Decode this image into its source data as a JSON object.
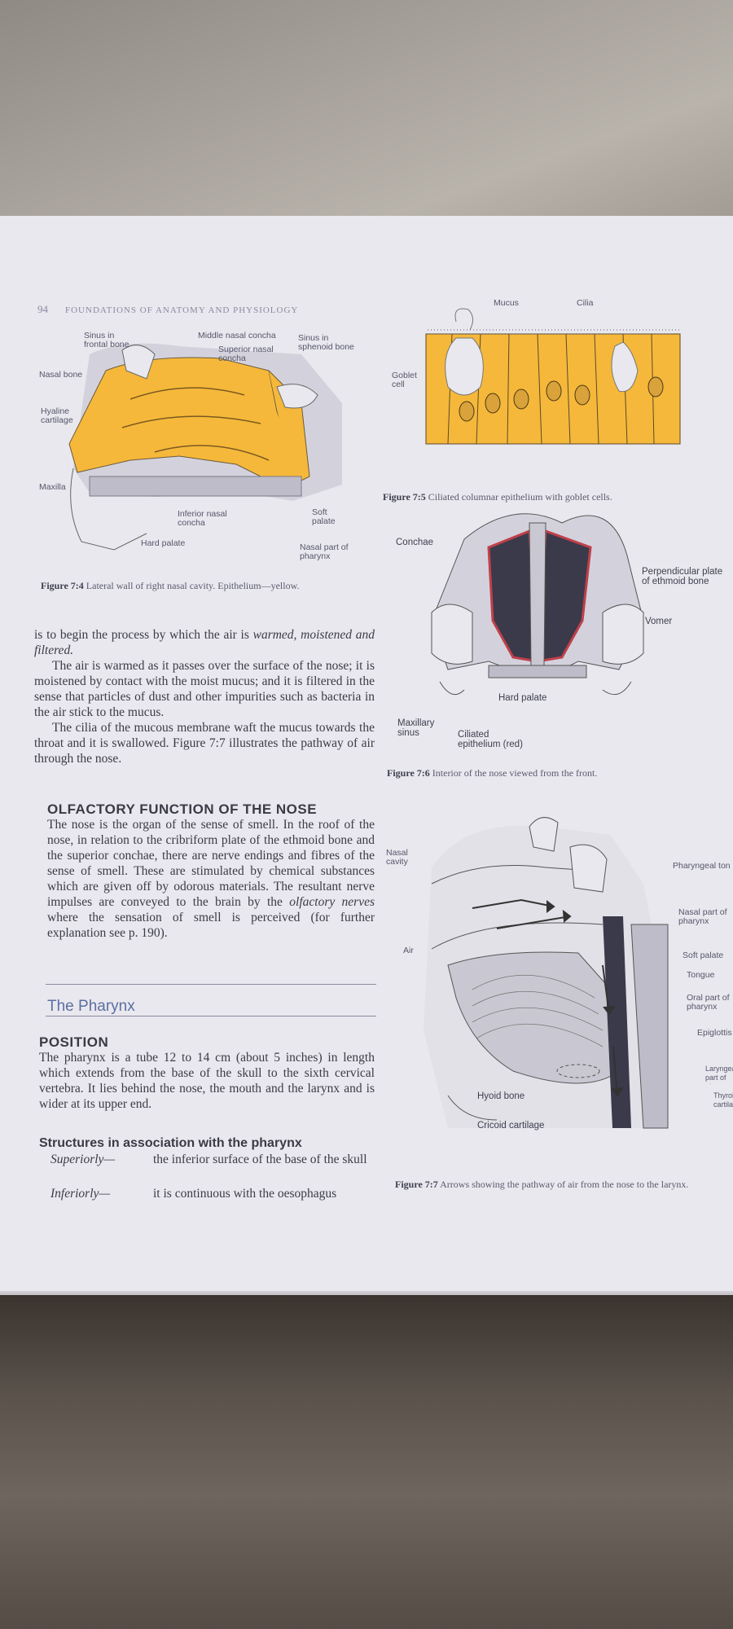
{
  "header": {
    "page_number": "94",
    "running_title": "FOUNDATIONS OF ANATOMY AND PHYSIOLOGY"
  },
  "figure_7_4": {
    "labels": {
      "sinus_frontal": "Sinus in frontal bone",
      "middle_concha": "Middle nasal concha",
      "superior_concha": "Superior nasal concha",
      "sinus_sphenoid": "Sinus in sphenoid bone",
      "nasal_bone": "Nasal bone",
      "hyaline": "Hyaline cartilage",
      "maxilla": "Maxilla",
      "inferior_concha": "Inferior nasal concha",
      "soft_palate": "Soft palate",
      "hard_palate": "Hard palate",
      "nasal_pharynx": "Nasal part of pharynx"
    },
    "caption_num": "Figure 7:4",
    "caption_text": "Lateral wall of right nasal cavity. Epithelium—yellow."
  },
  "figure_7_5": {
    "labels": {
      "mucus": "Mucus",
      "cilia": "Cilia",
      "goblet": "Goblet cell"
    },
    "caption_num": "Figure 7:5",
    "caption_text": "Ciliated columnar epithelium with goblet cells."
  },
  "figure_7_6": {
    "labels": {
      "conchae": "Conchae",
      "perpendicular": "Perpendicular plate of ethmoid bone",
      "vomer": "Vomer",
      "hard_palate": "Hard palate",
      "maxillary": "Maxillary sinus",
      "ciliated": "Ciliated epithelium (red)"
    },
    "caption_num": "Figure 7:6",
    "caption_text": "Interior of the nose viewed from the front."
  },
  "figure_7_7": {
    "labels": {
      "nasal_cavity": "Nasal cavity",
      "pharyngeal_tonsil": "Pharyngeal tonsil",
      "nasal_part": "Nasal part of pharynx",
      "air": "Air",
      "soft_palate": "Soft palate",
      "tongue": "Tongue",
      "oral_part": "Oral part of pharynx",
      "epiglottis": "Epiglottis",
      "laryngeal_part": "Laryngeal part of pharynx",
      "thyroid": "Thyroid cartilage",
      "hyoid": "Hyoid bone",
      "cricoid": "Cricoid cartilage"
    },
    "caption_num": "Figure 7:7",
    "caption_text": "Arrows showing the pathway of air from the nose to the larynx."
  },
  "text": {
    "p1_a": "is to begin the process by which the air is ",
    "p1_ital": "warmed, moistened and filtered.",
    "p2": "The air is warmed as it passes over the surface of the nose; it is moistened by contact with the moist mucus; and it is filtered in the sense that particles of dust and other impurities such as bacteria in the air stick to the mucus.",
    "p3": "The cilia of the mucous membrane waft the mucus towards the throat and it is swallowed. Figure 7:7 illustrates the pathway of air through the nose.",
    "olfactory_heading": "OLFACTORY FUNCTION OF THE NOSE",
    "olf_a": "The nose is the organ of the sense of smell. In the roof of the nose, in relation to the cribriform plate of the ethmoid bone and the superior conchae, there are nerve endings and fibres of the sense of smell. These are stimulated by chemical substances which are given off by odorous materials. The resultant nerve impulses are conveyed to the brain by the ",
    "olf_ital": "olfactory nerves",
    "olf_b": " where the sensation of smell is perceived (for further explanation see p. 190).",
    "section_title": "The Pharynx",
    "position_heading": "POSITION",
    "position_text": "The pharynx is a tube 12 to 14 cm (about 5 inches) in length which extends from the base of the skull to the sixth cervical vertebra. It lies behind the nose, the mouth and the larynx and is wider at its upper end.",
    "structures_heading": "Structures in association with the pharynx",
    "sup_label": "Superiorly—",
    "sup_text": "the inferior surface of the base of the skull",
    "inf_label": "Inferiorly—",
    "inf_text": "it is continuous with the oesophagus"
  },
  "colors": {
    "epithelium_yellow": "#f6b83a",
    "cilia_red": "#c0404a",
    "bone_grey": "#c9c8d2",
    "ink": "#3a3b46",
    "heading_blue": "#5b6fa3"
  }
}
